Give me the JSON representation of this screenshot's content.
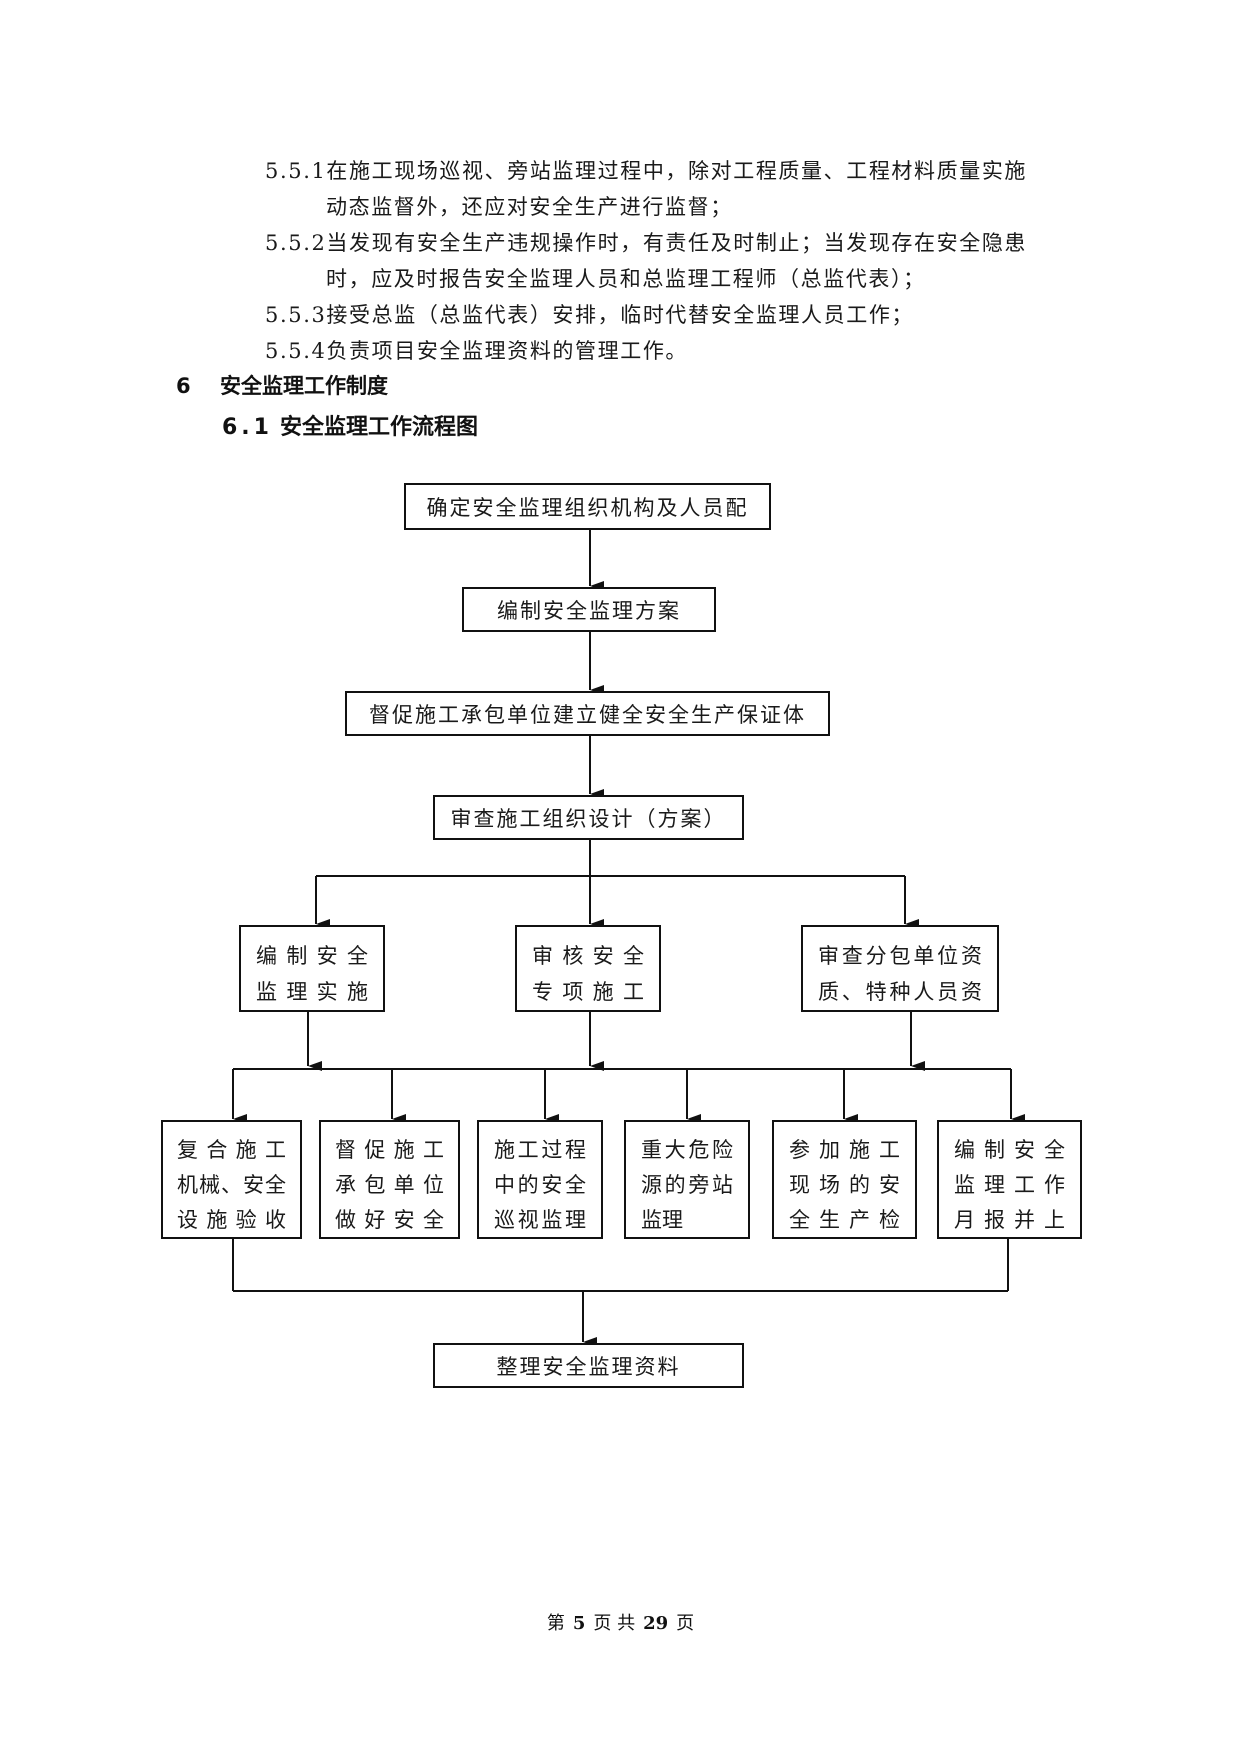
{
  "paragraphs": {
    "p551_line1": "5.5.1在施工现场巡视、旁站监理过程中，除对工程质量、工程材料质量实施",
    "p551_line2": "动态监督外，还应对安全生产进行监督；",
    "p552_line1": "5.5.2当发现有安全生产违规操作时，有责任及时制止；当发现存在安全隐患",
    "p552_line2": "时，应及时报告安全监理人员和总监理工程师（总监代表）；",
    "p553": "5.5.3接受总监（总监代表）安排，临时代替安全监理人员工作；",
    "p554": "5.5.4负责项目安全监理资料的管理工作。"
  },
  "section": {
    "number": "6",
    "title": "安全监理工作制度"
  },
  "subsection": {
    "number": "6.1",
    "title": "安全监理工作流程图"
  },
  "flowchart": {
    "step1": "确定安全监理组织机构及人员配",
    "step2": "编制安全监理方案",
    "step3": "督促施工承包单位建立健全安全生产保证体",
    "step4": "审查施工组织设计（方案）",
    "branch_left": [
      "编 制 安 全",
      "监 理 实 施"
    ],
    "branch_mid": [
      "审 核 安 全",
      "专 项 施 工"
    ],
    "branch_right": [
      "审查分包单位资",
      "质、特种人员资"
    ],
    "task1": [
      "复 合 施 工",
      "机械、安全",
      "设 施 验 收"
    ],
    "task2": [
      "督 促 施 工",
      "承 包 单 位",
      "做 好 安 全"
    ],
    "task3": [
      "施工过程",
      "中的安全",
      "巡视监理"
    ],
    "task4": [
      "重大危险",
      "源的旁站",
      "监理"
    ],
    "task5": [
      "参 加 施 工",
      "现 场 的 安",
      "全 生 产 检"
    ],
    "task6": [
      "编 制 安 全",
      "监 理 工 作",
      "月 报 并 上"
    ],
    "final": "整理安全监理资料"
  },
  "footer": {
    "prefix": "第",
    "page": "5",
    "mid": "页 共",
    "total": "29",
    "suffix": "页"
  }
}
